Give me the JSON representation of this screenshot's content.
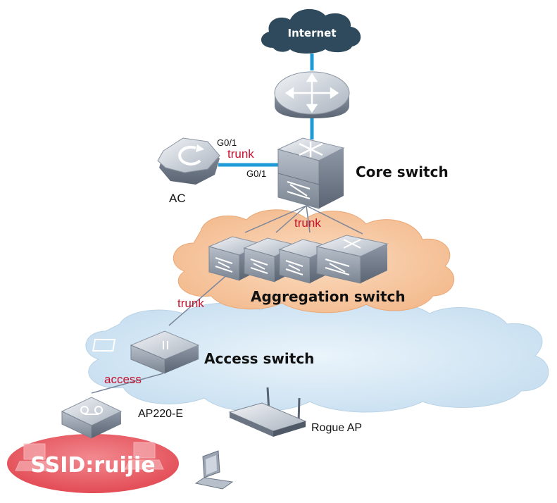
{
  "diagram": {
    "internet_label": "Internet",
    "core_switch_label": "Core switch",
    "aggregation_switch_label": "Aggregation switch",
    "access_switch_label": "Access switch",
    "ac_label": "AC",
    "ap_label": "AP220-E",
    "rogue_ap_label": "Rogue AP",
    "ssid_label": "SSID:ruijie",
    "port_ac_side": "G0/1",
    "port_core_side": "G0/1",
    "link_ac_core": "trunk",
    "link_core_agg": "trunk",
    "link_agg_access": "trunk",
    "link_access_ap": "access"
  },
  "colors": {
    "link_blue": "#1e9bd7",
    "link_grey": "#7a869a",
    "link_label_red": "#c8102e",
    "device_grey": "#8e9aa8",
    "cloud_internet": "#2e4a5c",
    "cloud_orange": "#f7c8a0",
    "cloud_blue": "#d6e8f4",
    "ssid_red": "#e8535c"
  },
  "icons": {
    "internet": "cloud-icon",
    "router": "router-icon",
    "core_switch": "core-switch-icon",
    "ac": "access-controller-icon",
    "aggregation": "aggregation-switch-icon",
    "access": "access-switch-icon",
    "ap": "access-point-icon",
    "rogue_ap": "wireless-router-icon",
    "client": "laptop-icon"
  }
}
